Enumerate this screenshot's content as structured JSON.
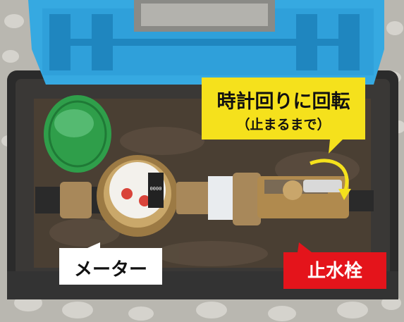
{
  "callouts": {
    "rotation": {
      "line1": "時計回りに回転",
      "line2": "（止まるまで）",
      "bg_color": "#f5e11c"
    },
    "meter": {
      "label": "メーター",
      "bg_color": "#ffffff"
    },
    "stop_valve": {
      "label": "止水栓",
      "bg_color": "#e4141b"
    }
  },
  "colors": {
    "lid_blue": "#36a9e1",
    "cap_green": "#2f9e4a",
    "arrow_yellow": "#f5e11c"
  },
  "meter_dial": {
    "digits": "0000"
  }
}
